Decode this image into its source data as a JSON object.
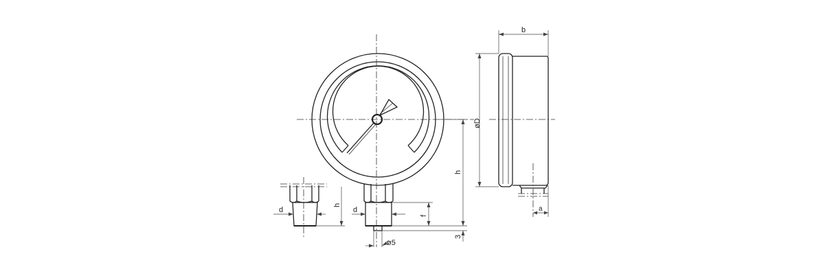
{
  "drawing": {
    "subject": "Pressure gauge dimension drawing",
    "views": [
      "front-view",
      "side-view",
      "alt-connection-detail"
    ],
    "labels": {
      "diameter": "øD",
      "depth": "b",
      "thread_left": "d",
      "thread_front": "d",
      "height_left": "h",
      "height_center": "h",
      "thread_length": "f",
      "stem_offset": "3",
      "stem_diameter": "ø5",
      "side_offset": "a"
    },
    "colors": {
      "line": "#222222",
      "background": "#ffffff"
    }
  }
}
